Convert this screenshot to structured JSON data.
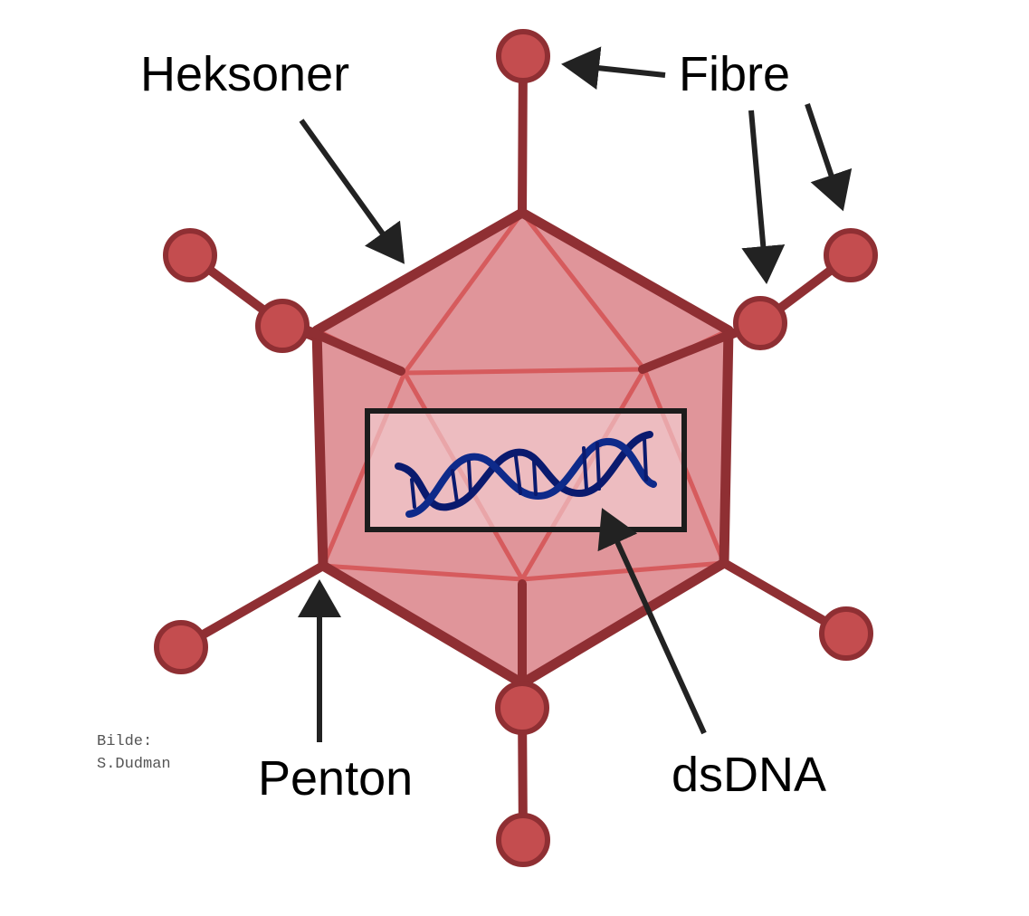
{
  "labels": {
    "hexons": "Heksoner",
    "fibres": "Fibre",
    "penton": "Penton",
    "dsdna": "dsDNA"
  },
  "credit": {
    "line1": "Bilde:",
    "line2": "S.Dudman"
  },
  "colors": {
    "capsid_fill": "#e0959a",
    "capsid_edge": "#8f2f33",
    "inner_edge": "#d65b5d",
    "fibre_knob": "#c44d4f",
    "dna": "#0a1a6e",
    "arrow": "#222222"
  }
}
